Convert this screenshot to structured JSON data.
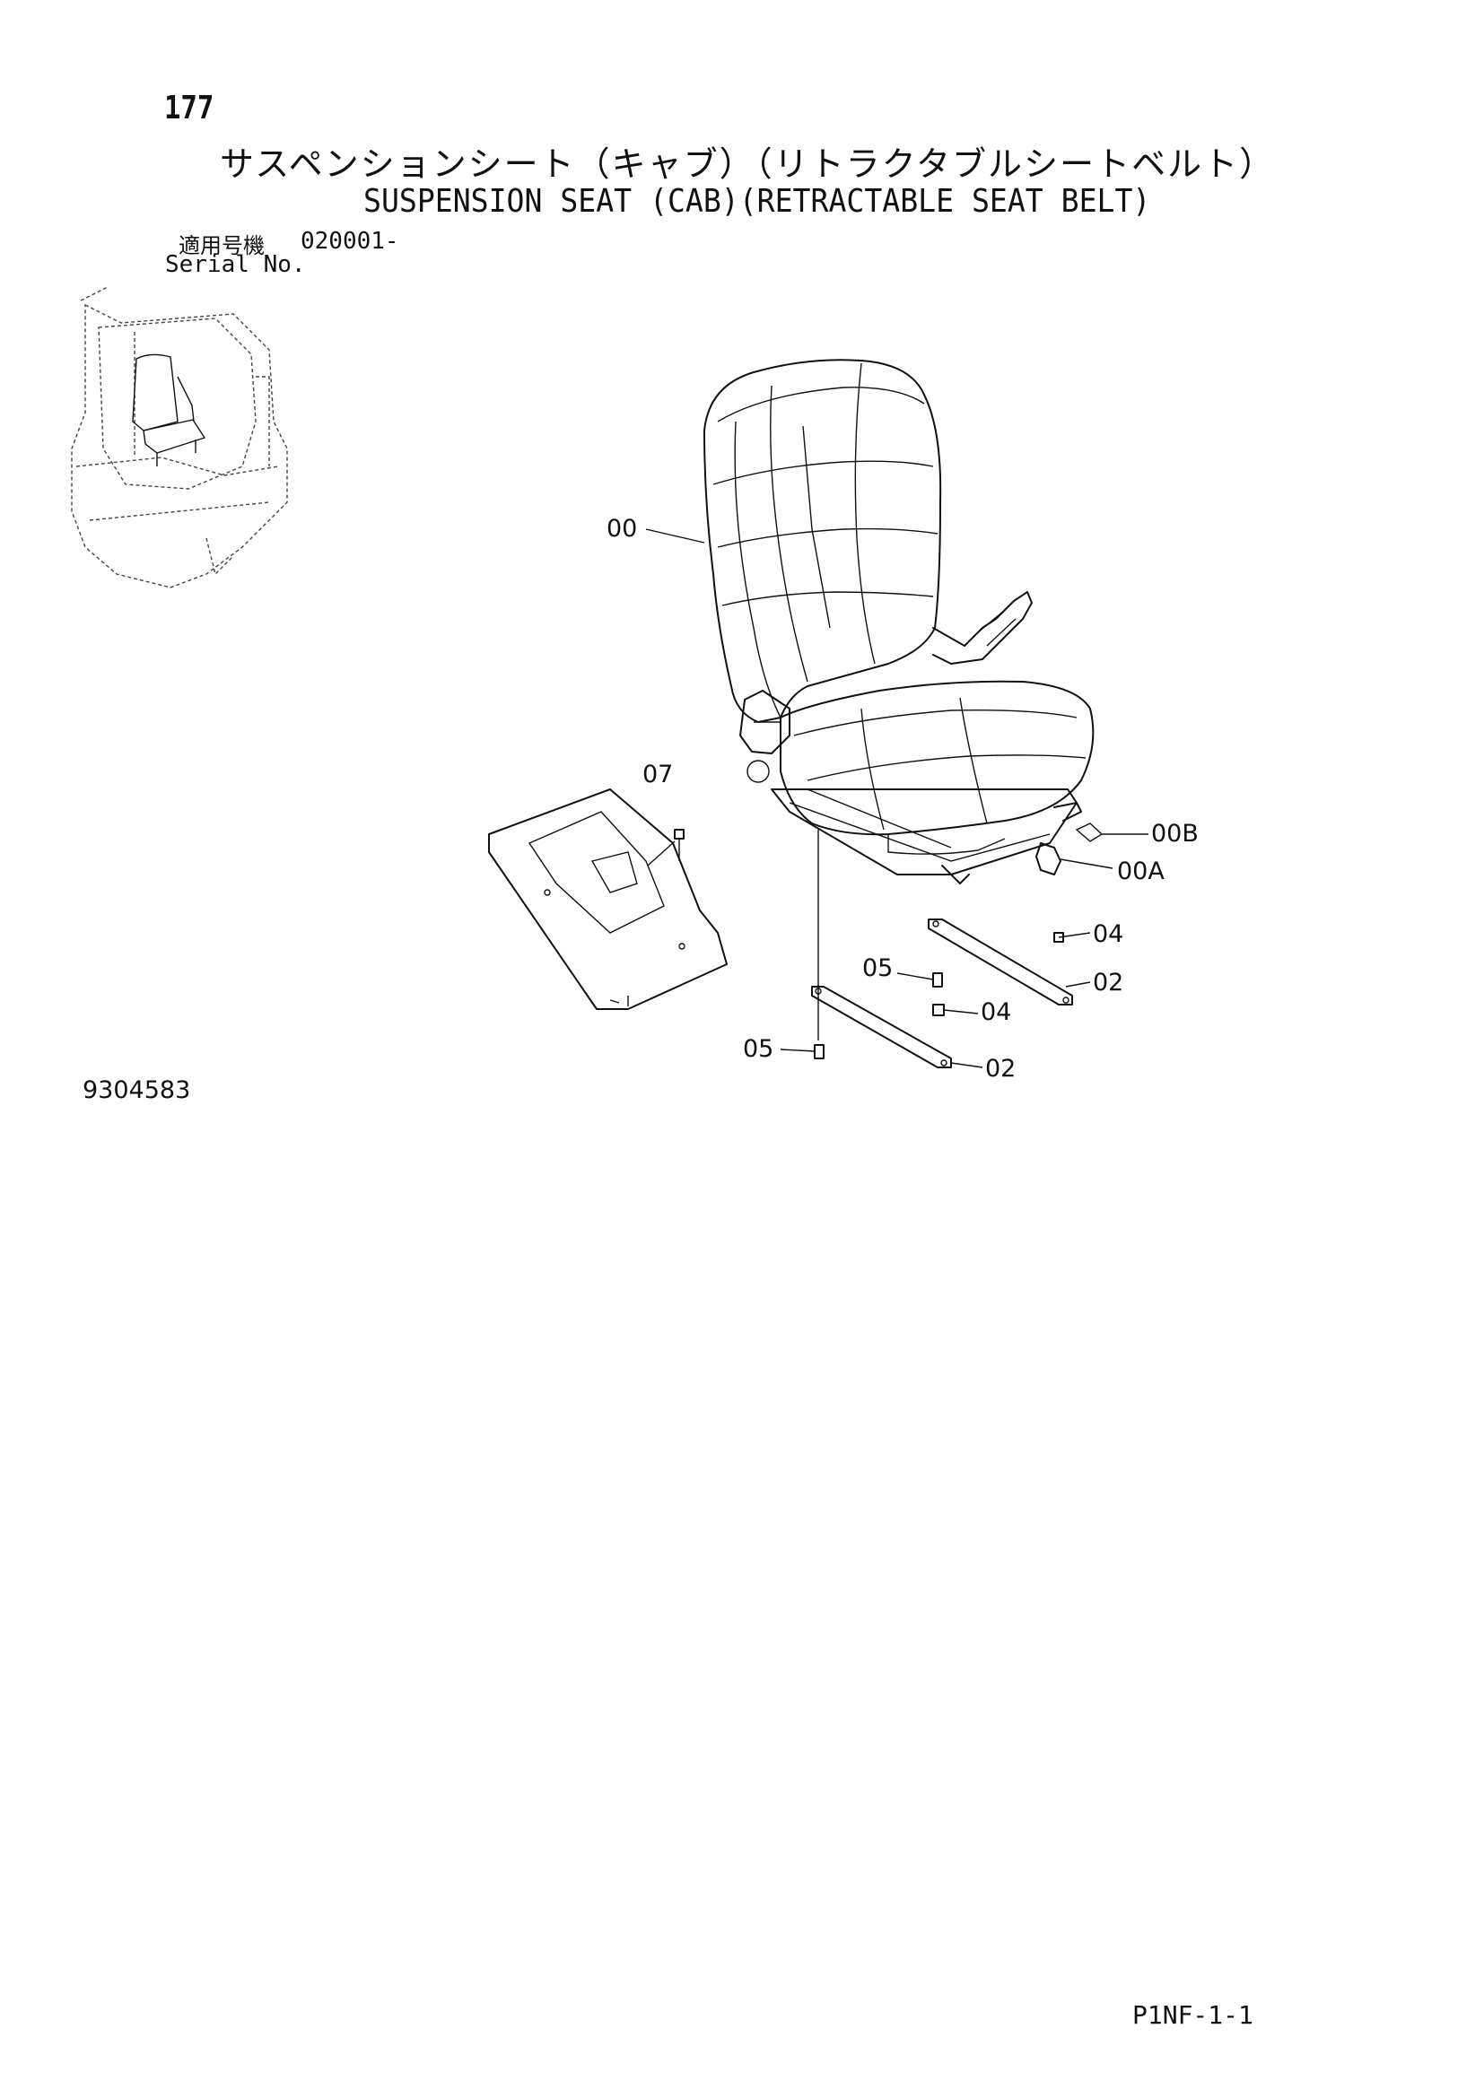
{
  "header": {
    "page_number": "177",
    "title_ja": "サスペンションシート（キャブ）（リトラクタブルシートベルト）",
    "title_en": "SUSPENSION SEAT (CAB)(RETRACTABLE SEAT BELT)",
    "serial_label_ja": "適用号機",
    "serial_value": "020001-",
    "serial_label_en": "Serial No."
  },
  "callouts": {
    "c_00": "00",
    "c_07": "07",
    "c_00B": "00B",
    "c_00A": "00A",
    "c_04_upper": "04",
    "c_05_upper": "05",
    "c_02_upper": "02",
    "c_04_lower": "04",
    "c_05_lower": "05",
    "c_02_lower": "02"
  },
  "footer": {
    "drawing_number": "9304583",
    "sheet_code": "P1NF-1-1"
  }
}
